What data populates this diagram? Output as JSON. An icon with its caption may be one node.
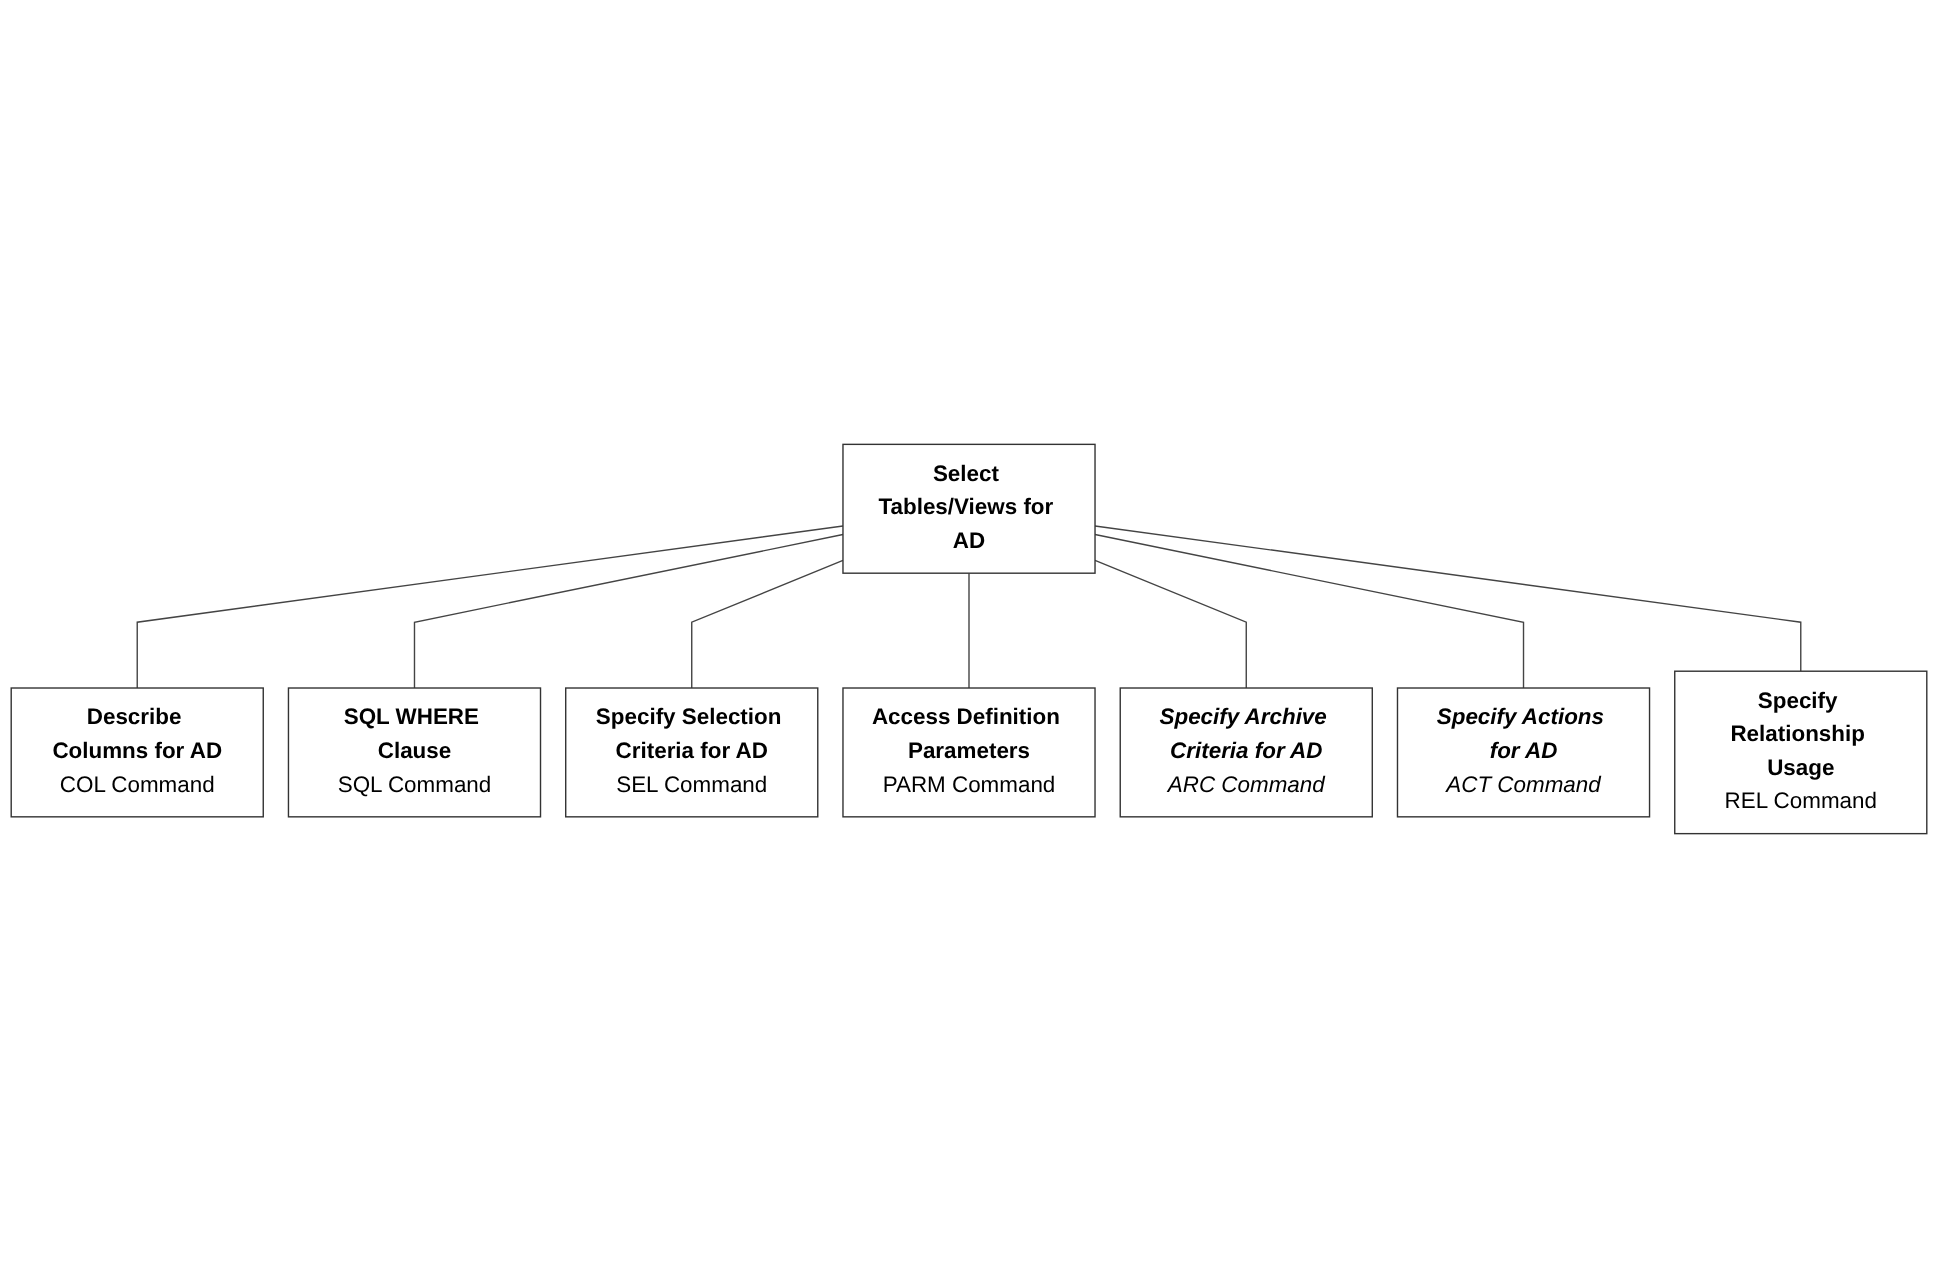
{
  "diagram": {
    "nodes": [
      {
        "text": [
          "Select Tables/Views for AD"
        ]
      },
      {
        "text": [
          "Describe Columns for AD",
          "COL Command"
        ]
      },
      {
        "text": [
          "Specify Relationship Usage",
          "REL Command"
        ]
      },
      {
        "text": [
          "SQL WHERE Clause",
          "SQL Command"
        ]
      },
      {
        "text": [
          "Specify Actions for AD",
          "ACT Command"
        ]
      },
      {
        "text": [
          "Specify Selection Criteria for AD",
          "SEL Command"
        ]
      },
      {
        "text": [
          "Specify Archive Criteria for AD",
          "ARC Command"
        ]
      },
      {
        "text": [
          "Access Definition Parameters",
          "PARM Command"
        ]
      }
    ],
    "edges": [
      {
        "from": 0,
        "to": 1,
        "arrow": "none"
      },
      {
        "from": 0,
        "to": 3,
        "arrow": "none"
      },
      {
        "from": 0,
        "to": 5,
        "arrow": "none"
      },
      {
        "from": 0,
        "to": 7,
        "arrow": "none"
      },
      {
        "from": 0,
        "to": 6,
        "arrow": "none"
      },
      {
        "from": 0,
        "to": 4,
        "arrow": "none"
      },
      {
        "from": 0,
        "to": 2,
        "arrow": "none"
      }
    ]
  }
}
